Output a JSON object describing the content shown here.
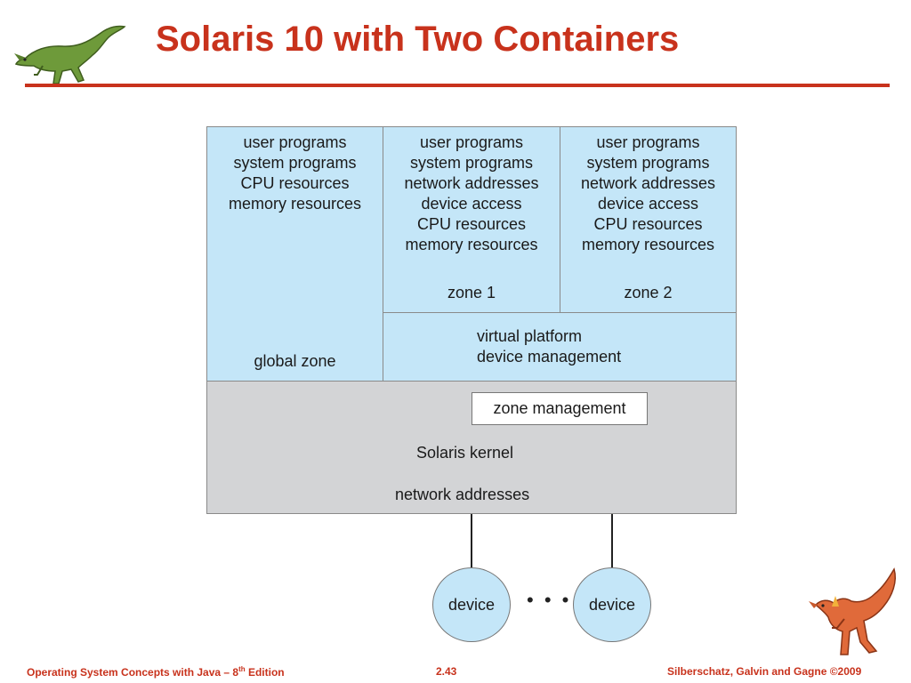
{
  "slide": {
    "title": "Solaris 10 with Two Containers"
  },
  "diagram": {
    "global_zone": {
      "resources": [
        "user programs",
        "system programs",
        "CPU resources",
        "memory resources"
      ],
      "label": "global zone"
    },
    "zone1": {
      "resources": [
        "user programs",
        "system programs",
        "network addresses",
        "device access",
        "CPU resources",
        "memory resources"
      ],
      "label": "zone 1"
    },
    "zone2": {
      "resources": [
        "user programs",
        "system programs",
        "network addresses",
        "device access",
        "CPU resources",
        "memory resources"
      ],
      "label": "zone 2"
    },
    "virtual_platform": [
      "virtual platform",
      "device management"
    ],
    "kernel": {
      "zone_management": "zone management",
      "label": "Solaris kernel",
      "network": "network addresses"
    },
    "devices": [
      "device",
      "device"
    ],
    "ellipsis": "• • •"
  },
  "footer": {
    "left_pre": "Operating System Concepts  with Java – 8",
    "left_sup": "th",
    "left_post": " Edition",
    "page": "2.43",
    "right": "Silberschatz, Galvin and Gagne ©2009"
  },
  "colors": {
    "title": "#c8321c",
    "zone_fill": "#c4e6f8",
    "kernel_fill": "#d3d4d6"
  }
}
